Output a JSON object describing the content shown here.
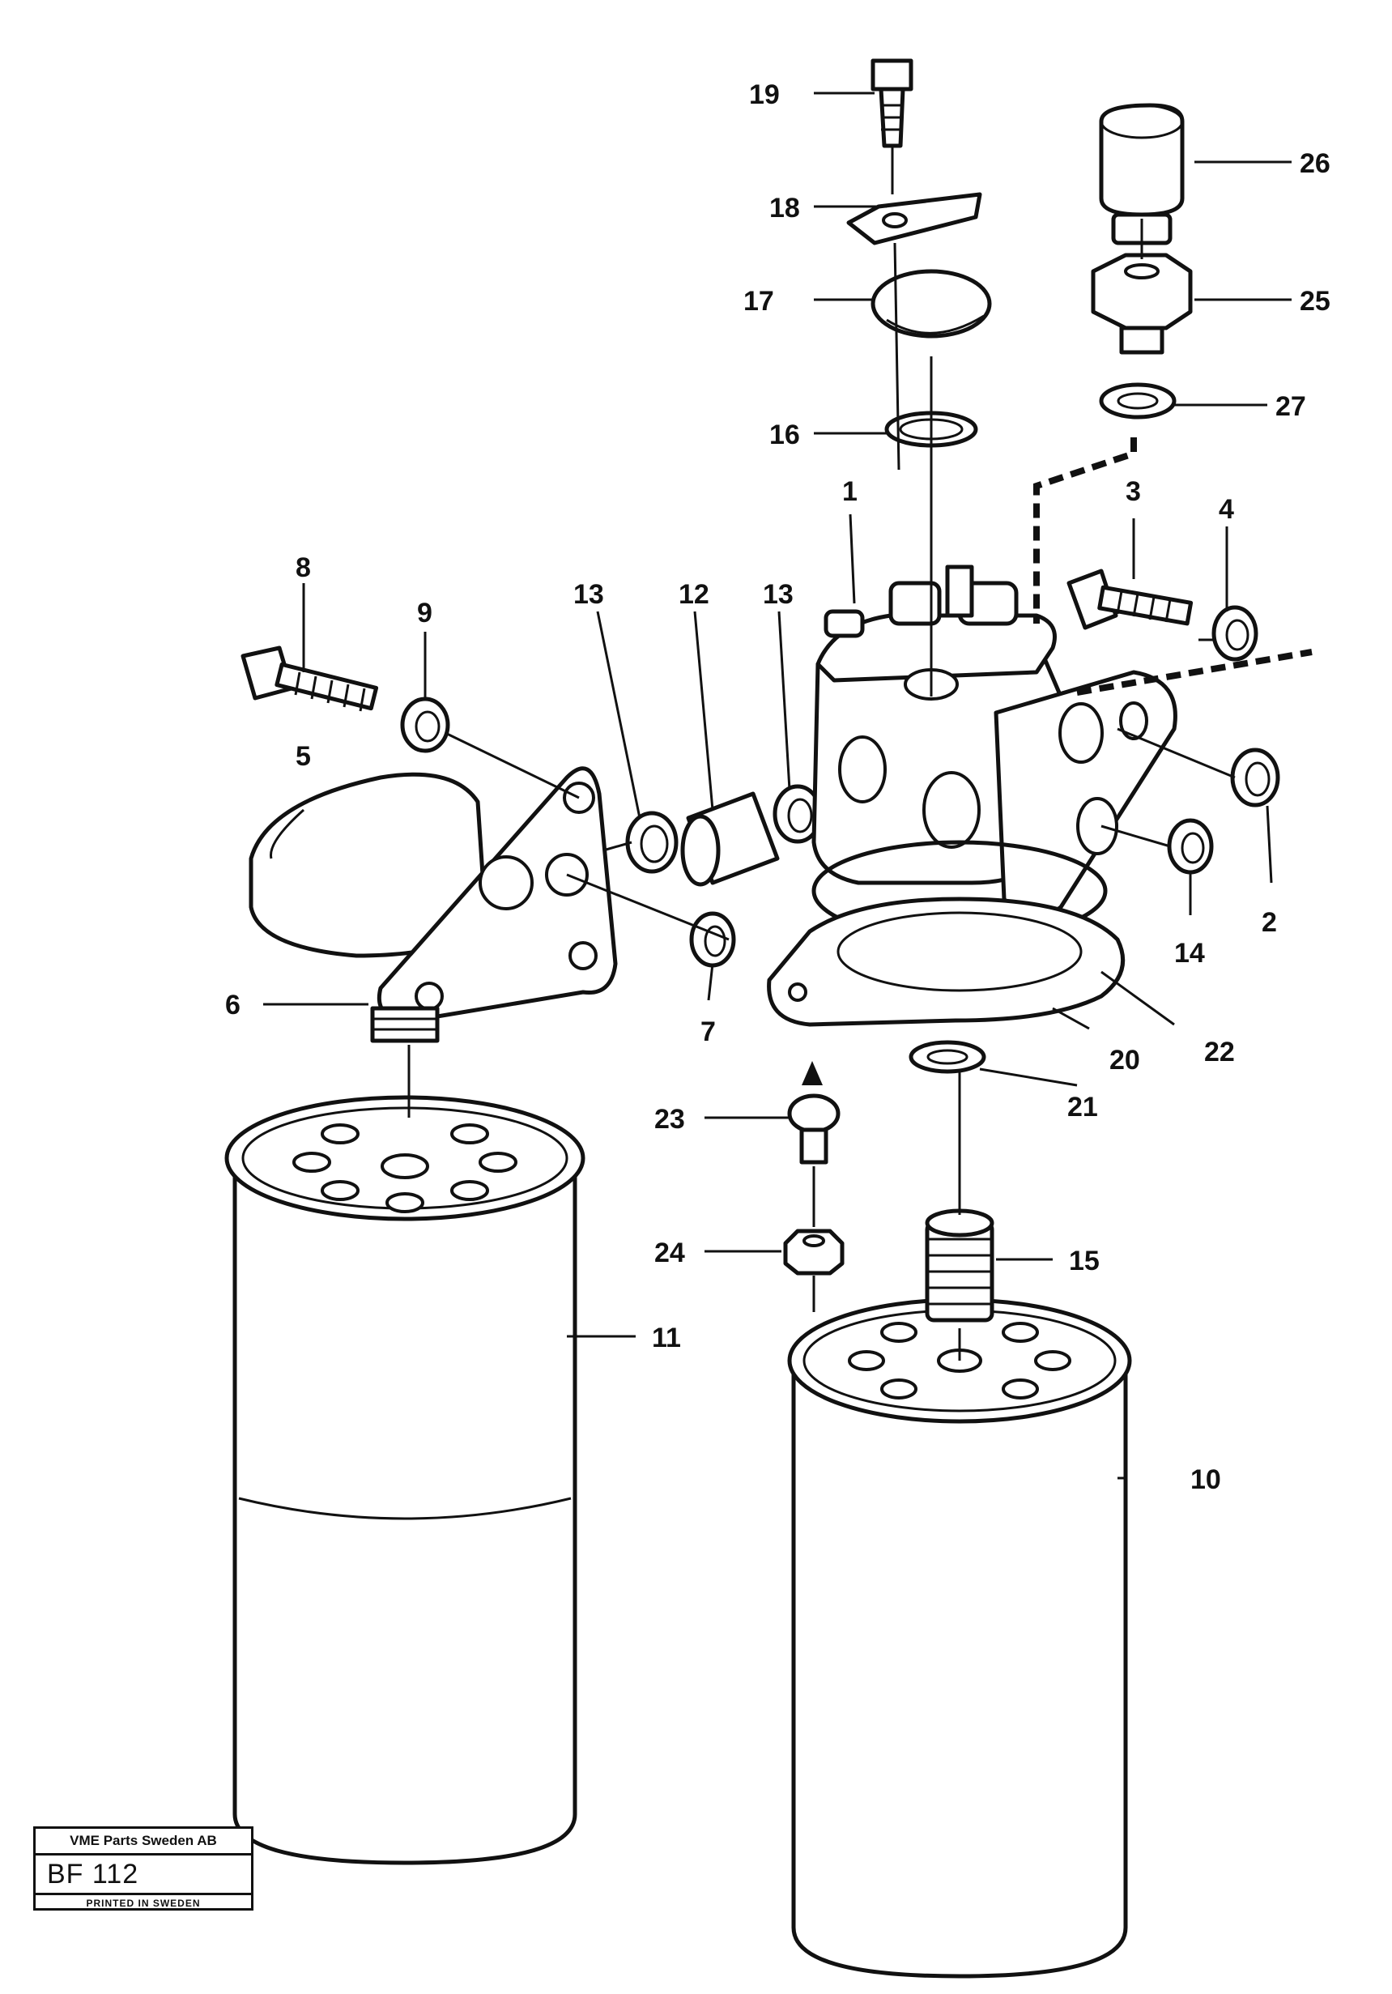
{
  "callouts": [
    "19",
    "18",
    "17",
    "16",
    "26",
    "25",
    "27",
    "1",
    "3",
    "4",
    "8",
    "9",
    "13",
    "12",
    "13",
    "5",
    "6",
    "7",
    "2",
    "14",
    "20",
    "22",
    "21",
    "23",
    "24",
    "15",
    "11",
    "10"
  ],
  "title_block": {
    "company": "VME Parts Sweden AB",
    "code": "BF  112",
    "printed": "PRINTED IN SWEDEN"
  }
}
